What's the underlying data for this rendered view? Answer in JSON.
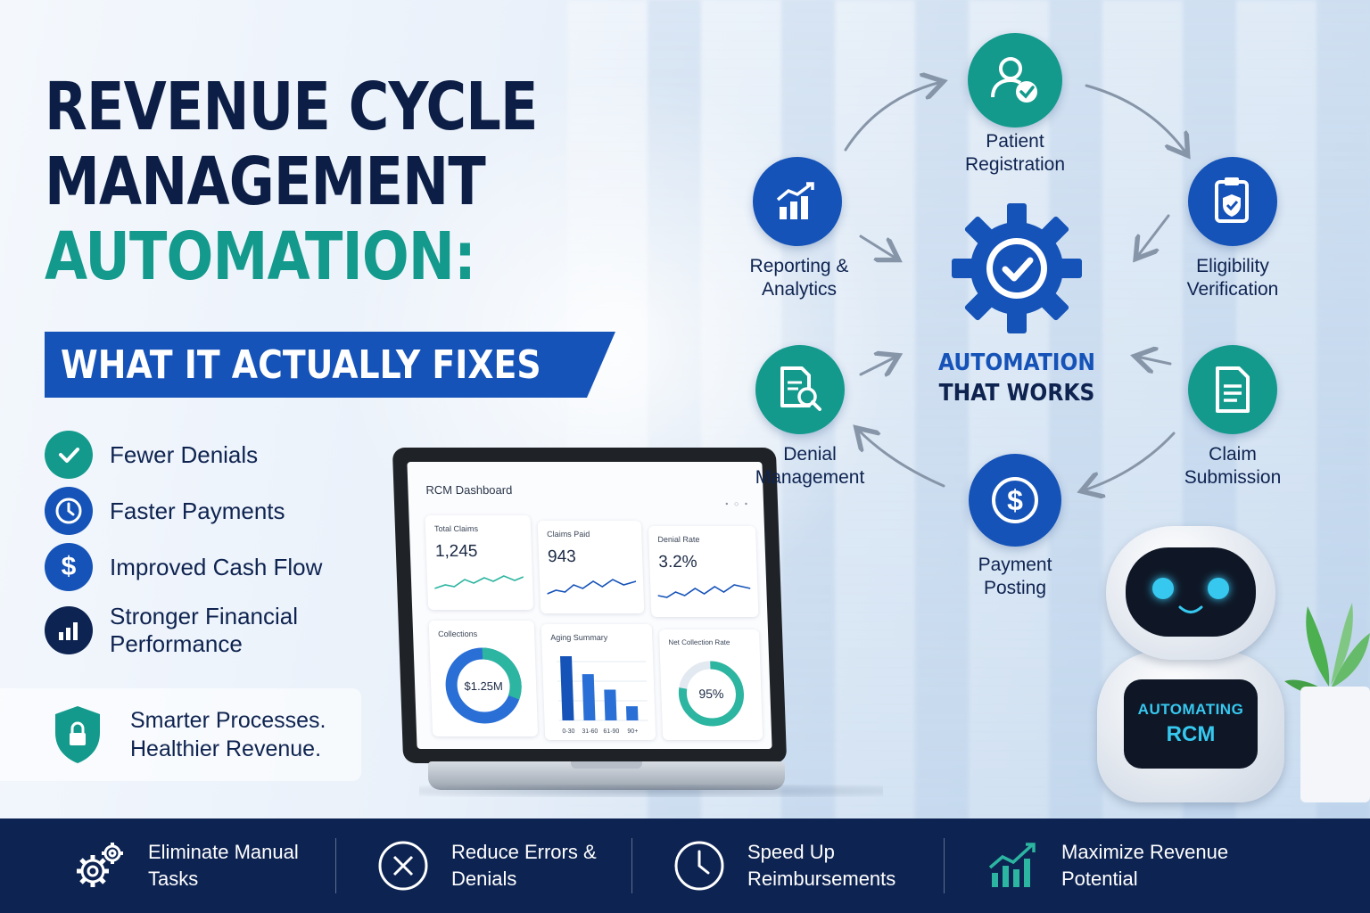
{
  "headline": {
    "line1": "REVENUE CYCLE",
    "line2": "MANAGEMENT",
    "line3": "AUTOMATION:",
    "subtitle": "WHAT IT ACTUALLY FIXES"
  },
  "benefits": [
    {
      "label": "Fewer Denials",
      "icon": "check-icon",
      "color": "#139a8c"
    },
    {
      "label": "Faster Payments",
      "icon": "clock-icon",
      "color": "#1553b8"
    },
    {
      "label": "Improved Cash Flow",
      "icon": "dollar-icon",
      "color": "#1553b8"
    },
    {
      "label_line1": "Stronger Financial",
      "label_line2": "Performance",
      "icon": "bar-chart-icon",
      "color": "#0d2352"
    }
  ],
  "callout": {
    "line1": "Smarter Processes.",
    "line2": "Healthier Revenue.",
    "icon": "lock-shield-icon"
  },
  "dashboard": {
    "title": "RCM Dashboard",
    "total_claims_label": "Total Claims",
    "total_claims_value": "1,245",
    "claims_paid_label": "Claims Paid",
    "claims_paid_value": "943",
    "denial_rate_label": "Denial Rate",
    "denial_rate_value": "3.2%",
    "collections_label": "Collections",
    "collections_value": "$1.25M",
    "aging_label": "Aging Summary",
    "aging_categories": [
      "0-30",
      "31-60",
      "61-90",
      "90+"
    ],
    "aging_values": [
      100,
      72,
      48,
      22
    ],
    "ncr_label": "Net Collection Rate",
    "ncr_value": "95%",
    "ncr_fraction": 0.95
  },
  "cycle": {
    "center_line1": "AUTOMATION",
    "center_line2": "THAT WORKS",
    "nodes": {
      "registration": {
        "line1": "Patient",
        "line2": "Registration",
        "icon": "user-check-icon",
        "color": "#139a8c"
      },
      "eligibility": {
        "line1": "Eligibility",
        "line2": "Verification",
        "icon": "clipboard-shield-icon",
        "color": "#1553b8"
      },
      "claim": {
        "line1": "Claim",
        "line2": "Submission",
        "icon": "document-icon",
        "color": "#139a8c"
      },
      "payment": {
        "line1": "Payment",
        "line2": "Posting",
        "icon": "dollar-icon",
        "color": "#1553b8"
      },
      "denial": {
        "line1": "Denial",
        "line2": "Management",
        "icon": "document-search-icon",
        "color": "#139a8c"
      },
      "reporting": {
        "line1": "Reporting &",
        "line2": "Analytics",
        "icon": "growth-chart-icon",
        "color": "#1553b8"
      }
    }
  },
  "robot": {
    "line1": "AUTOMATING",
    "line2": "RCM"
  },
  "footer": [
    {
      "line1": "Eliminate Manual",
      "line2": "Tasks",
      "icon": "gears-icon"
    },
    {
      "line1": "Reduce Errors &",
      "line2": "Denials",
      "icon": "x-circle-icon"
    },
    {
      "line1": "Speed Up",
      "line2": "Reimbursements",
      "icon": "clock-icon"
    },
    {
      "line1": "Maximize Revenue",
      "line2": "Potential",
      "icon": "growth-chart-icon"
    }
  ]
}
